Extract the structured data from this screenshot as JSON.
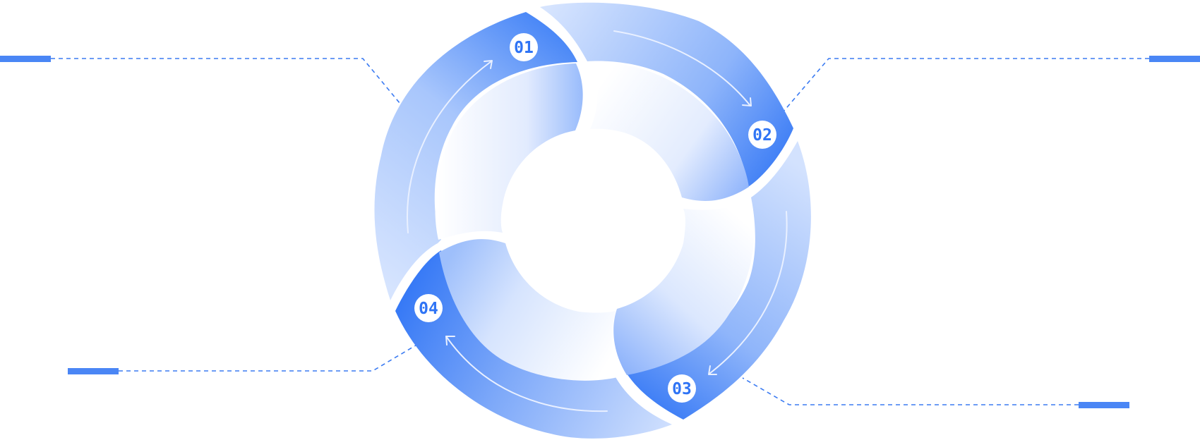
{
  "diagram": {
    "type": "cycle",
    "colors": {
      "accent": "#2f74f5",
      "light": "#c6d9fd",
      "pale": "#eef3ff",
      "line": "#3b7bf2",
      "white": "#ffffff"
    },
    "steps": [
      {
        "number": "01"
      },
      {
        "number": "02"
      },
      {
        "number": "03"
      },
      {
        "number": "04"
      }
    ]
  }
}
